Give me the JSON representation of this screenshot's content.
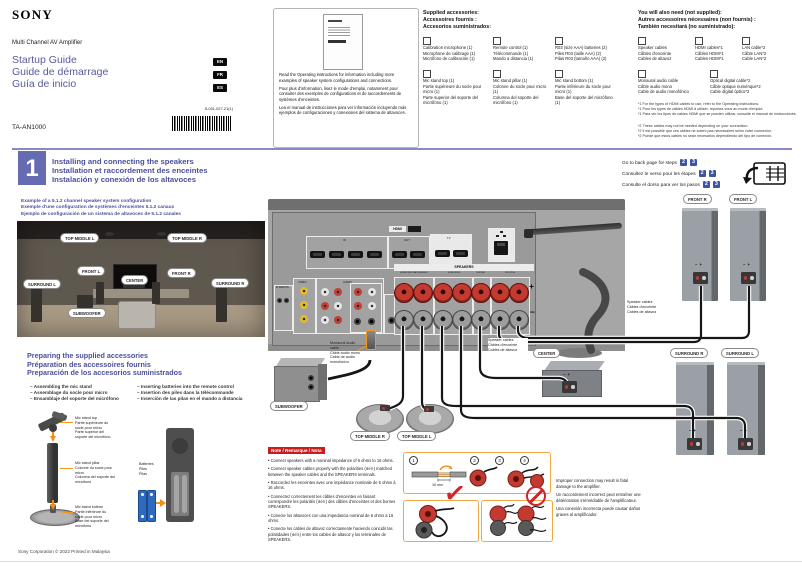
{
  "brand": "SONY",
  "product": {
    "type": "Multi Channel AV Amplifier",
    "model": "TA-AN1000",
    "part_number": "5-031-027-21(1)"
  },
  "titles": {
    "en": "Startup Guide",
    "fr": "Guide de démarrage",
    "es": "Guía de inicio"
  },
  "lang_badges": [
    "EN",
    "FR",
    "ES"
  ],
  "read_note": {
    "en": "Read the Operating instructions for information including more examples of speaker system configurations and connections.",
    "fr": "Pour plus d'information, lisez le mode d'emploi, notamment pour consulter des exemples de configurations et de raccordements de systèmes d'enceintes.",
    "es": "Lea el manual de instrucciones para ver información incluyendo más ejemplos de configuraciones y conexiones del sistema de altavoces."
  },
  "supplied": {
    "heading": [
      "Supplied accessories:",
      "Accessoires fournis :",
      "Accesorios suministrados:"
    ],
    "items": [
      {
        "lines": [
          "Calibration microphone (1)",
          "Microphone de calibrage (1)",
          "Micrófono de calibración (1)"
        ]
      },
      {
        "lines": [
          "Remote control (1)",
          "Télécommande (1)",
          "Mando a distancia (1)"
        ]
      },
      {
        "lines": [
          "R03 (size AAA) batteries (2)",
          "Piles R03 (taille AAA) (2)",
          "Pilas R03 (tamaño AAA) (2)"
        ]
      },
      {
        "lines": [
          "Mic stand top (1)",
          "Partie supérieure du socle pour micro (1)",
          "Parte superior del soporte del micrófono (1)"
        ]
      },
      {
        "lines": [
          "Mic stand pillar (1)",
          "Colonne du socle pour micro (1)",
          "Columna del soporte del micrófono (1)"
        ]
      },
      {
        "lines": [
          "Mic stand bottom (1)",
          "Partie inférieure du socle pour micro (1)",
          "Base del soporte del micrófono (1)"
        ]
      }
    ]
  },
  "also_need": {
    "heading": [
      "You will also need (not supplied):",
      "Autres accessoires nécessaires (non fournis) :",
      "También necesitará (no suministrado):"
    ],
    "items": [
      {
        "lines": [
          "Speaker cables",
          "Câbles d'enceinte",
          "Cables de altavoz"
        ]
      },
      {
        "lines": [
          "HDMI cables*1",
          "Câbles HDMI*1",
          "Cables HDMI*1"
        ]
      },
      {
        "lines": [
          "LAN cable*2",
          "Câble LAN*2",
          "Cable LAN*2"
        ]
      },
      {
        "lines": [
          "Monaural audio cable",
          "Câble audio mono",
          "Cable de audio monofónico"
        ]
      },
      {
        "lines": [
          "Optical digital cable*2",
          "Câble optique numérique*2",
          "Cable digital óptico*2"
        ]
      }
    ],
    "footnote1": [
      "*1 For the types of HDMI cables to use, refer to the Operating instructions.",
      "*1 Pour les types de câbles HDMI à utiliser, reportez-vous au mode d'emploi.",
      "*1 Para ver los tipos de cables HDMI que se pueden utilizar, consulte el manual de instrucciones."
    ],
    "footnote2": [
      "*2 These cables may not be needed depending on your connection.",
      "*2 Il est possible que ces câbles ne soient pas nécessaires selon votre connexion.",
      "*2 Puede que estos cables no sean necesarios dependiendo del tipo de conexión."
    ]
  },
  "step1": {
    "number": "1",
    "heading": [
      "Installing and connecting the speakers",
      "Installation et raccordement des enceintes",
      "Instalación y conexión de los altavoces"
    ],
    "back_page": [
      {
        "text": "Go to back page for steps"
      },
      {
        "text": "Consultez le verso pour les étapes"
      },
      {
        "text": "Consulte el dorso para ver los pasos"
      }
    ],
    "step_numbers": [
      "2",
      "3"
    ]
  },
  "example_heading": [
    "Example of a 5.1.2 channel speaker system configuration",
    "Exemple d'une configuration de systèmes d'enceintes 5.1.2 canaux",
    "Ejemplo de configuración de un sistema de altavoces de 5.1.2 canales"
  ],
  "room": {
    "labels": {
      "top_middle_l": "TOP MIDDLE L",
      "top_middle_r": "TOP MIDDLE R",
      "front_l": "FRONT L",
      "front_r": "FRONT R",
      "center": "CENTER",
      "surround_l": "SURROUND L",
      "surround_r": "SURROUND R",
      "subwoofer": "SUBWOOFER"
    }
  },
  "preparing": {
    "heading": [
      "Preparing the supplied accessories",
      "Préparation des accessoires fournis",
      "Preparación de los accesorios suministrados"
    ],
    "assembling": [
      "– Assembling the mic stand",
      "– Assemblage du socle pour micro",
      "– Ensamblaje del soporte del micrófono"
    ],
    "inserting": [
      "– Inserting batteries into the remote control",
      "– Insertion des piles dans la télécommande",
      "– Inserción de las pilas en el mando a distancia"
    ],
    "mic_top": [
      "Mic stand top",
      "Partie supérieure du socle pour micro",
      "Parte superior del soporte del micrófono"
    ],
    "mic_pillar": [
      "Mic stand pillar",
      "Colonne du socle pour micro",
      "Columna del soporte del micrófono"
    ],
    "mic_bottom": [
      "Mic stand bottom",
      "Partie inférieure du socle pour micro",
      "Base del soporte del micrófono"
    ],
    "batteries": [
      "Batteries",
      "Piles",
      "Pilas"
    ]
  },
  "diagram": {
    "labels": {
      "subwoofer": "SUBWOOFER",
      "top_middle_r": "TOP MIDDLE R",
      "top_middle_l": "TOP MIDDLE L",
      "center": "CENTER",
      "front_r": "FRONT R",
      "front_l": "FRONT L",
      "surround_r": "SURROUND R",
      "surround_l": "SURROUND L"
    },
    "speaker_cables": [
      "Speaker cables",
      "Câbles d'enceinte",
      "Cables de altavoz"
    ],
    "monaural_cable": [
      "Monaural audio cable",
      "Câble audio mono",
      "Cable de audio monofónico"
    ],
    "panel": {
      "hdmi": "HDMI",
      "in": "IN",
      "out": "OUT",
      "tv": "TV",
      "video": "VIDEO",
      "audio": "AUDIO",
      "ir_remote": "IR REMOTE",
      "speakers": "SPEAKERS",
      "groups": [
        "SURROUND BACK/HEIGHT",
        "SURROUND",
        "CENTER",
        "FRONT A"
      ]
    },
    "polarity": {
      "plus": "+",
      "minus": "−"
    }
  },
  "wire_steps": {
    "numbers": [
      "1",
      "2",
      "3",
      "4"
    ],
    "strip_length": "10 mm"
  },
  "note": {
    "header": "Note / Remarque / Nota",
    "bullets": [
      "• Connect speakers with a nominal impedance of 6 ohms to 16 ohms.",
      "• Connect speaker cables properly with the polarities (⊕/⊖) matched between the speaker cables and the SPEAKERS terminals.",
      "• Raccordez les enceintes avec une impédance nominale de 6 ohms à 16 ohms.",
      "• Connectez correctement les câbles d'enceintes en faisant correspondre les polarités (⊕/⊖) des câbles d'enceintes et des bornes SPEAKERS.",
      "• Conecte los altavoces con una impedancia nominal de 6 ohms a 16 ohms.",
      "• Conecte los cables de altavoz correctamente haciendo coincidir las polaridades (⊕/⊖) entre los cables de altavoz y los terminales de SPEAKERS."
    ]
  },
  "improper": [
    "Improper connection may result in fatal damage to the amplifier.",
    "Un raccordement incorrect peut entraîner une détérioration irrémédiable de l'amplificateur.",
    "Una conexión incorrecta puede causar daños graves al amplificador."
  ],
  "footer": "Sony Corporation © 2022   Printed in Malaysia"
}
